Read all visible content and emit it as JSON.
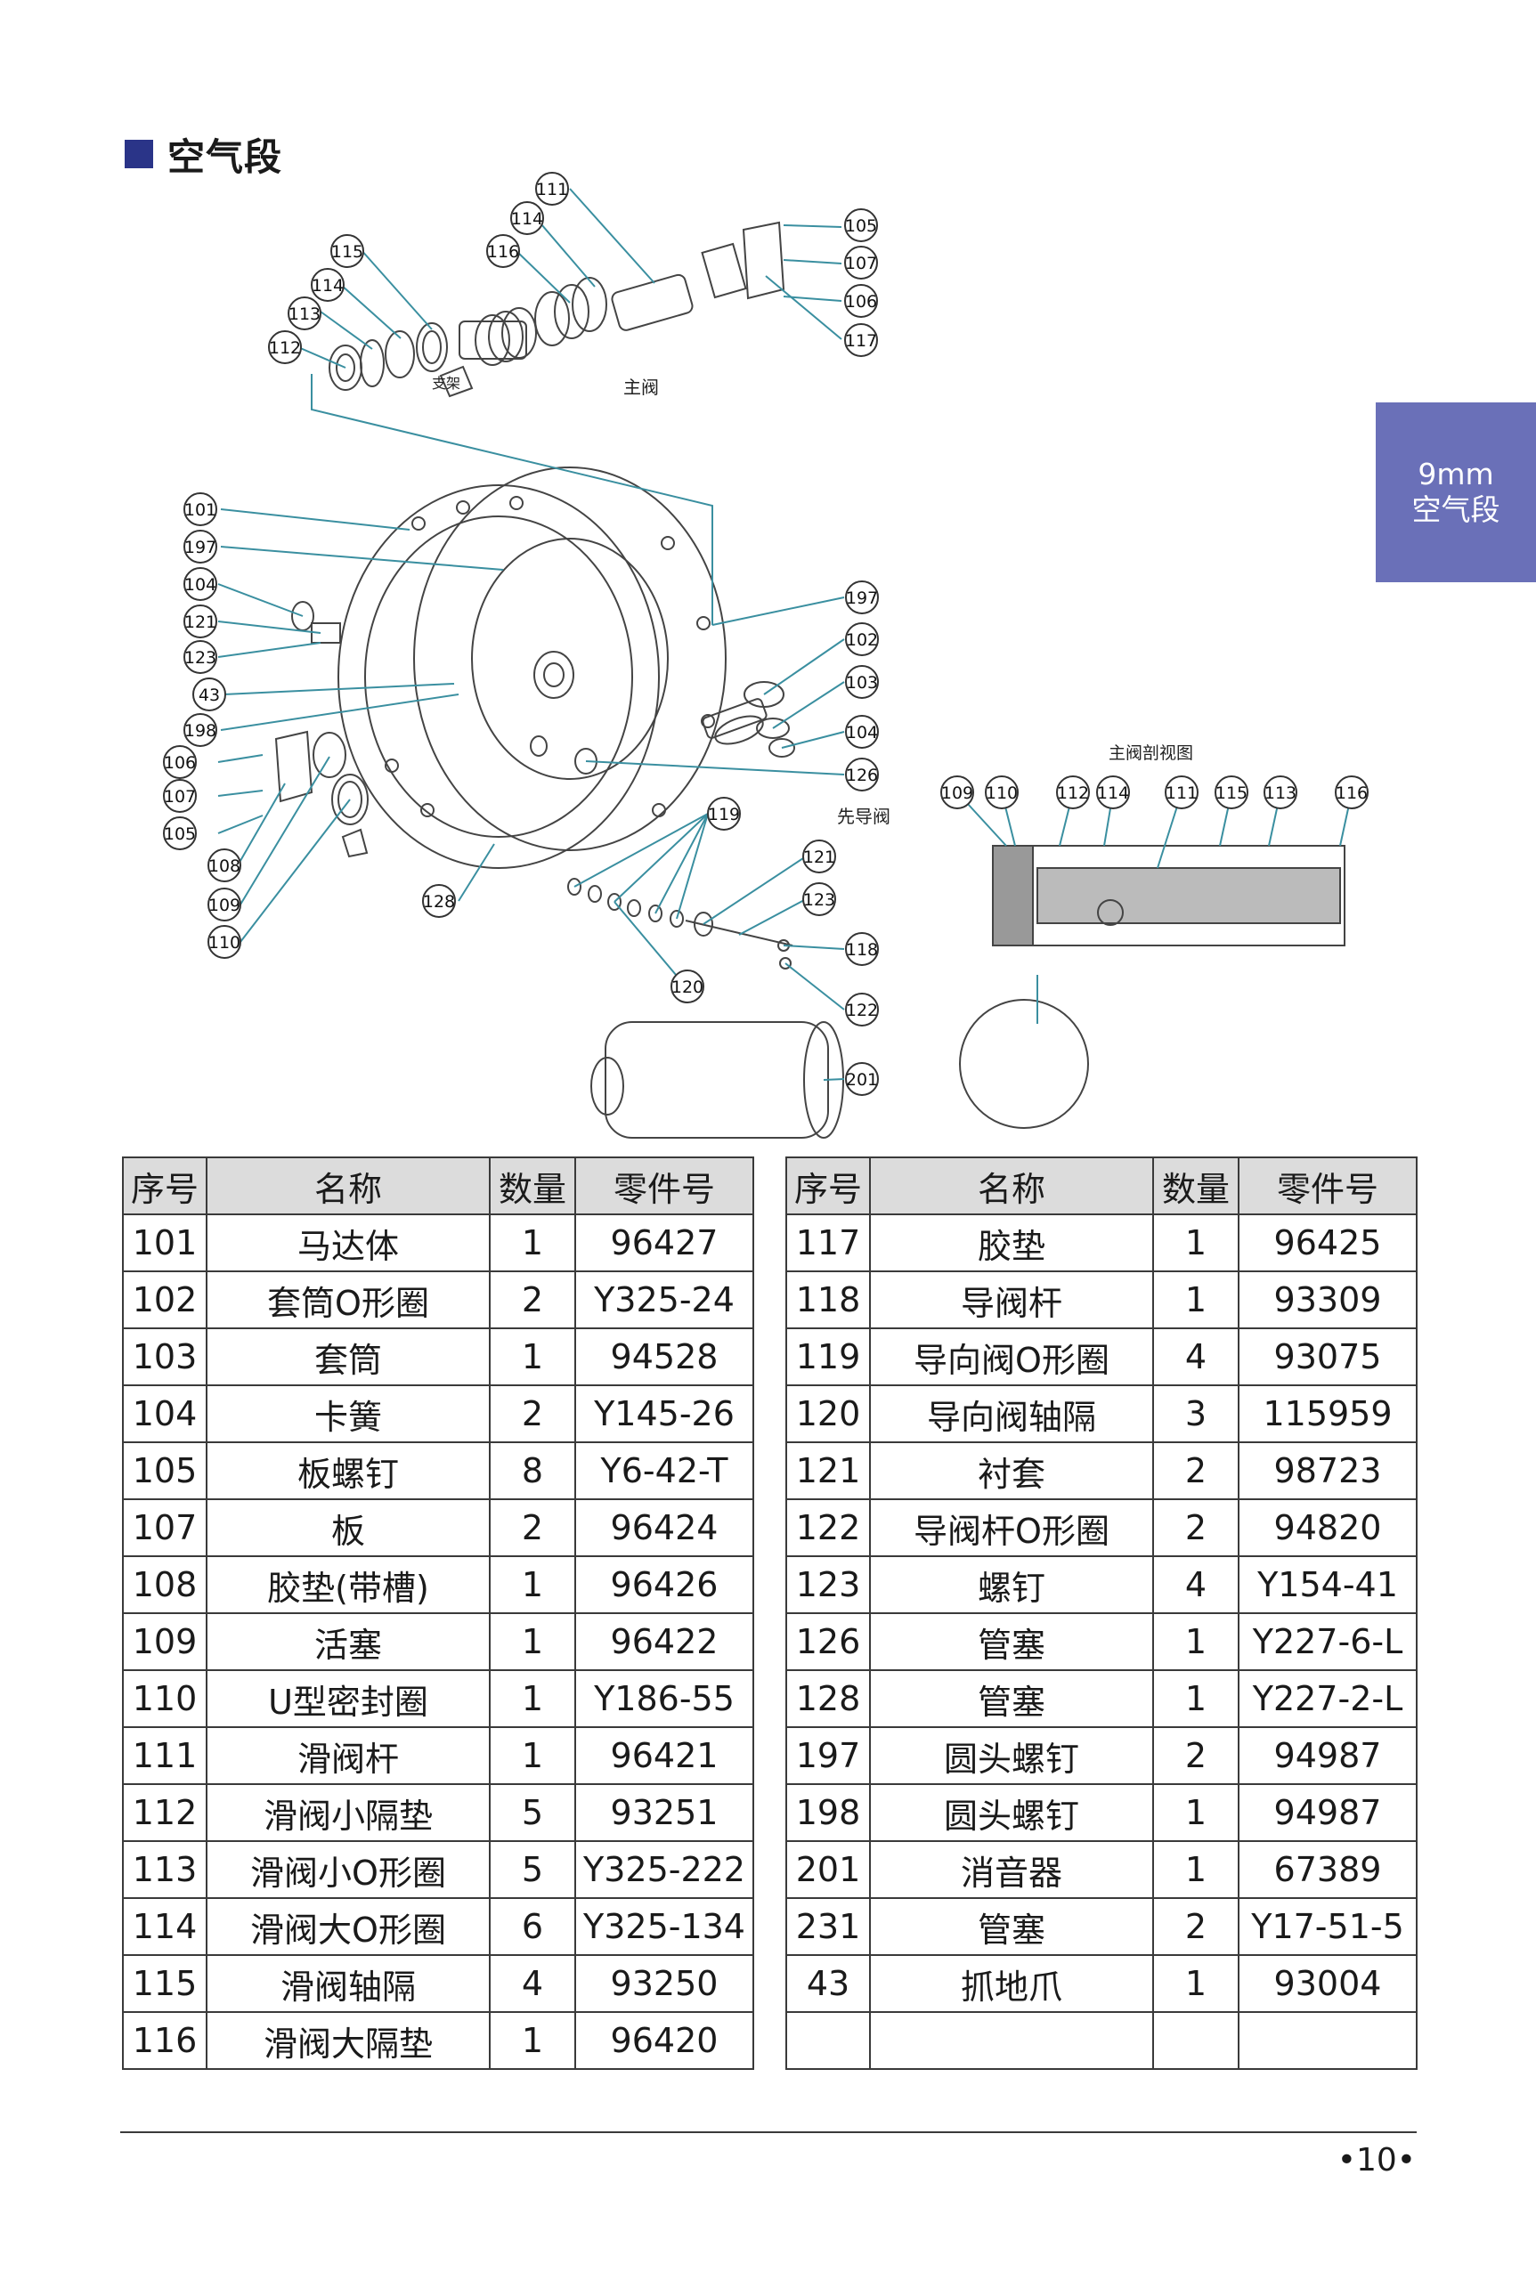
{
  "section": {
    "title": "空气段"
  },
  "side_tab": {
    "line1": "9mm",
    "line2": "空气段"
  },
  "diagram": {
    "label_main_valve": "主阀",
    "label_pilot_valve": "先导阀",
    "label_section_view": "主阀剖视图",
    "label_bracket": "支架",
    "callouts": {
      "c111": "111",
      "c114a": "114",
      "c116a": "116",
      "c105a": "105",
      "c107a": "107",
      "c106a": "106",
      "c117": "117",
      "c115a": "115",
      "c114b": "114",
      "c113a": "113",
      "c112a": "112",
      "c101": "101",
      "c197a": "197",
      "c104a": "104",
      "c121a": "121",
      "c123a": "123",
      "c43": "43",
      "c198": "198",
      "c106b": "106",
      "c107b": "107",
      "c105b": "105",
      "c108": "108",
      "c109a": "109",
      "c110a": "110",
      "c128": "128",
      "c197b": "197",
      "c102": "102",
      "c103": "103",
      "c104b": "104",
      "c126": "126",
      "c119": "119",
      "c121b": "121",
      "c123b": "123",
      "c118": "118",
      "c120": "120",
      "c122": "122",
      "c201": "201",
      "s109": "109",
      "s110": "110",
      "s112": "112",
      "s114": "114",
      "s111": "111",
      "s115": "115",
      "s113": "113",
      "s116": "116"
    }
  },
  "table": {
    "headers": {
      "seq": "序号",
      "name": "名称",
      "qty": "数量",
      "part": "零件号"
    },
    "left_rows": [
      {
        "seq": "101",
        "name": "马达体",
        "qty": "1",
        "part": "96427"
      },
      {
        "seq": "102",
        "name": "套筒O形圈",
        "qty": "2",
        "part": "Y325-24"
      },
      {
        "seq": "103",
        "name": "套筒",
        "qty": "1",
        "part": "94528"
      },
      {
        "seq": "104",
        "name": "卡簧",
        "qty": "2",
        "part": "Y145-26"
      },
      {
        "seq": "105",
        "name": "板螺钉",
        "qty": "8",
        "part": "Y6-42-T"
      },
      {
        "seq": "107",
        "name": "板",
        "qty": "2",
        "part": "96424"
      },
      {
        "seq": "108",
        "name": "胶垫(带槽)",
        "qty": "1",
        "part": "96426"
      },
      {
        "seq": "109",
        "name": "活塞",
        "qty": "1",
        "part": "96422"
      },
      {
        "seq": "110",
        "name": "U型密封圈",
        "qty": "1",
        "part": "Y186-55"
      },
      {
        "seq": "111",
        "name": "滑阀杆",
        "qty": "1",
        "part": "96421"
      },
      {
        "seq": "112",
        "name": "滑阀小隔垫",
        "qty": "5",
        "part": "93251"
      },
      {
        "seq": "113",
        "name": "滑阀小O形圈",
        "qty": "5",
        "part": "Y325-222"
      },
      {
        "seq": "114",
        "name": "滑阀大O形圈",
        "qty": "6",
        "part": "Y325-134"
      },
      {
        "seq": "115",
        "name": "滑阀轴隔",
        "qty": "4",
        "part": "93250"
      },
      {
        "seq": "116",
        "name": "滑阀大隔垫",
        "qty": "1",
        "part": "96420"
      }
    ],
    "right_rows": [
      {
        "seq": "117",
        "name": "胶垫",
        "qty": "1",
        "part": "96425"
      },
      {
        "seq": "118",
        "name": "导阀杆",
        "qty": "1",
        "part": "93309"
      },
      {
        "seq": "119",
        "name": "导向阀O形圈",
        "qty": "4",
        "part": "93075"
      },
      {
        "seq": "120",
        "name": "导向阀轴隔",
        "qty": "3",
        "part": "115959"
      },
      {
        "seq": "121",
        "name": "衬套",
        "qty": "2",
        "part": "98723"
      },
      {
        "seq": "122",
        "name": "导阀杆O形圈",
        "qty": "2",
        "part": "94820"
      },
      {
        "seq": "123",
        "name": "螺钉",
        "qty": "4",
        "part": "Y154-41"
      },
      {
        "seq": "126",
        "name": "管塞",
        "qty": "1",
        "part": "Y227-6-L"
      },
      {
        "seq": "128",
        "name": "管塞",
        "qty": "1",
        "part": "Y227-2-L"
      },
      {
        "seq": "197",
        "name": "圆头螺钉",
        "qty": "2",
        "part": "94987"
      },
      {
        "seq": "198",
        "name": "圆头螺钉",
        "qty": "1",
        "part": "94987"
      },
      {
        "seq": "201",
        "name": "消音器",
        "qty": "1",
        "part": "67389"
      },
      {
        "seq": "231",
        "name": "管塞",
        "qty": "2",
        "part": "Y17-51-5"
      },
      {
        "seq": "43",
        "name": "抓地爪",
        "qty": "1",
        "part": "93004"
      },
      {
        "seq": "",
        "name": "",
        "qty": "",
        "part": ""
      }
    ]
  },
  "footer": {
    "page": "•10•"
  },
  "colors": {
    "accent": "#2a3488",
    "tab": "#6a70b8",
    "leader": "#3a8fa0"
  }
}
